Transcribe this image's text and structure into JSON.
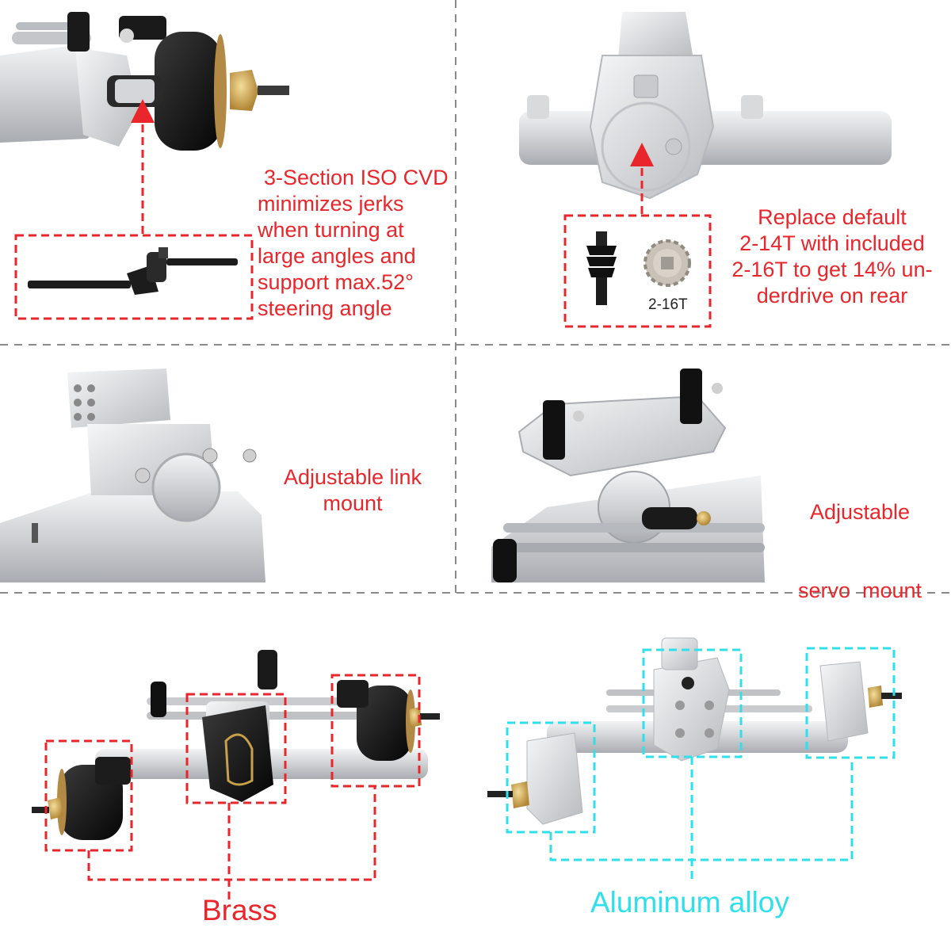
{
  "panels": {
    "cvd": {
      "caption_lines": [
        "3-Section ISO CVD",
        "minimizes jerks",
        "when turning at",
        "large angles and",
        "support max.52°",
        "steering angle"
      ]
    },
    "gear": {
      "caption_lines": [
        "Replace default",
        "2-14T with included",
        "2-16T to get 14% un-",
        "derdrive on rear"
      ],
      "gear_label": "2-16T"
    },
    "link_mount": {
      "caption_lines": [
        "Adjustable link",
        "mount"
      ]
    },
    "servo_mount": {
      "caption_lines": [
        "Adjustable",
        "servo  mount"
      ]
    }
  },
  "bottom": {
    "brass_label": "Brass",
    "aluminum_label": "Aluminum alloy"
  },
  "colors": {
    "accent_red": "#e8262b",
    "accent_cyan": "#2fe0ec",
    "divider_gray": "#8a8a8a",
    "aluminum": "#d9dadc",
    "brass_black": "#111111",
    "brass_gold": "#c8a04a"
  }
}
